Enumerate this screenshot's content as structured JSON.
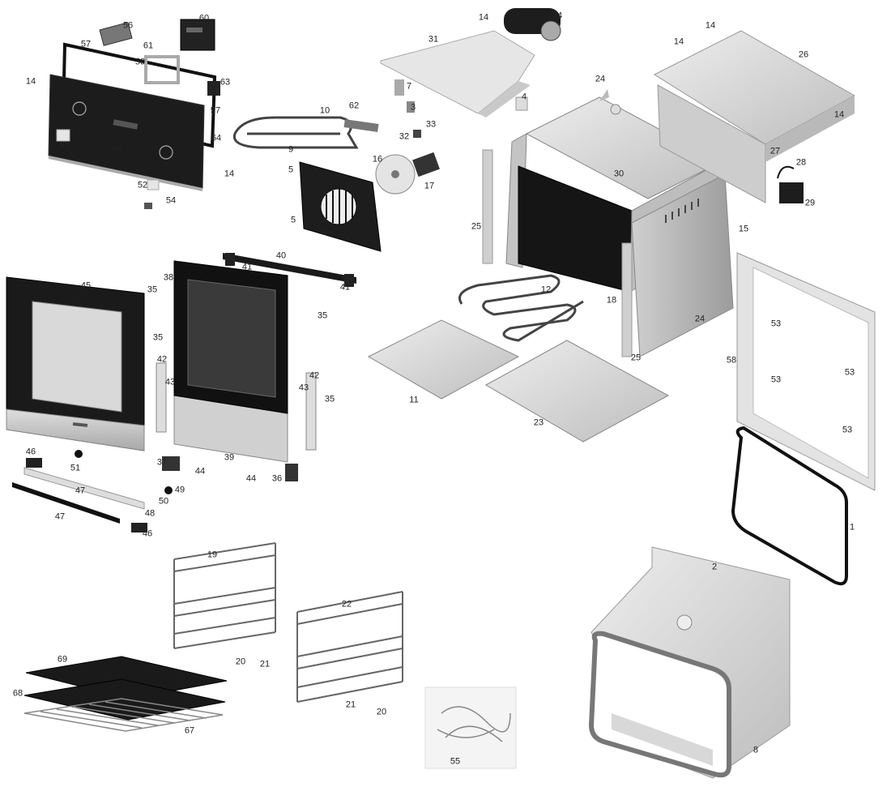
{
  "diagram": {
    "labels": [
      "56",
      "60",
      "57",
      "61",
      "59",
      "14",
      "63",
      "57",
      "52",
      "65",
      "64",
      "52",
      "54",
      "14",
      "14",
      "34",
      "31",
      "7",
      "4",
      "3",
      "10",
      "62",
      "9",
      "32",
      "33",
      "16",
      "5",
      "17",
      "5",
      "6",
      "24",
      "14",
      "14",
      "26",
      "14",
      "27",
      "28",
      "29",
      "30",
      "25",
      "15",
      "40",
      "41",
      "45",
      "35",
      "38",
      "41",
      "35",
      "35",
      "42",
      "43",
      "42",
      "43",
      "35",
      "12",
      "18",
      "24",
      "25",
      "53",
      "58",
      "53",
      "53",
      "53",
      "11",
      "23",
      "46",
      "51",
      "47",
      "47",
      "48",
      "50",
      "49",
      "46",
      "37",
      "44",
      "39",
      "44",
      "36",
      "1",
      "2",
      "19",
      "20",
      "21",
      "22",
      "69",
      "68",
      "67",
      "21",
      "20",
      "55",
      "8"
    ]
  },
  "colors": {
    "outline": "#333333",
    "panel_light": "#d8d8d8",
    "panel_mid": "#b5b5b5",
    "panel_dark": "#1a1a1a",
    "metal": "#9a9a9a"
  }
}
